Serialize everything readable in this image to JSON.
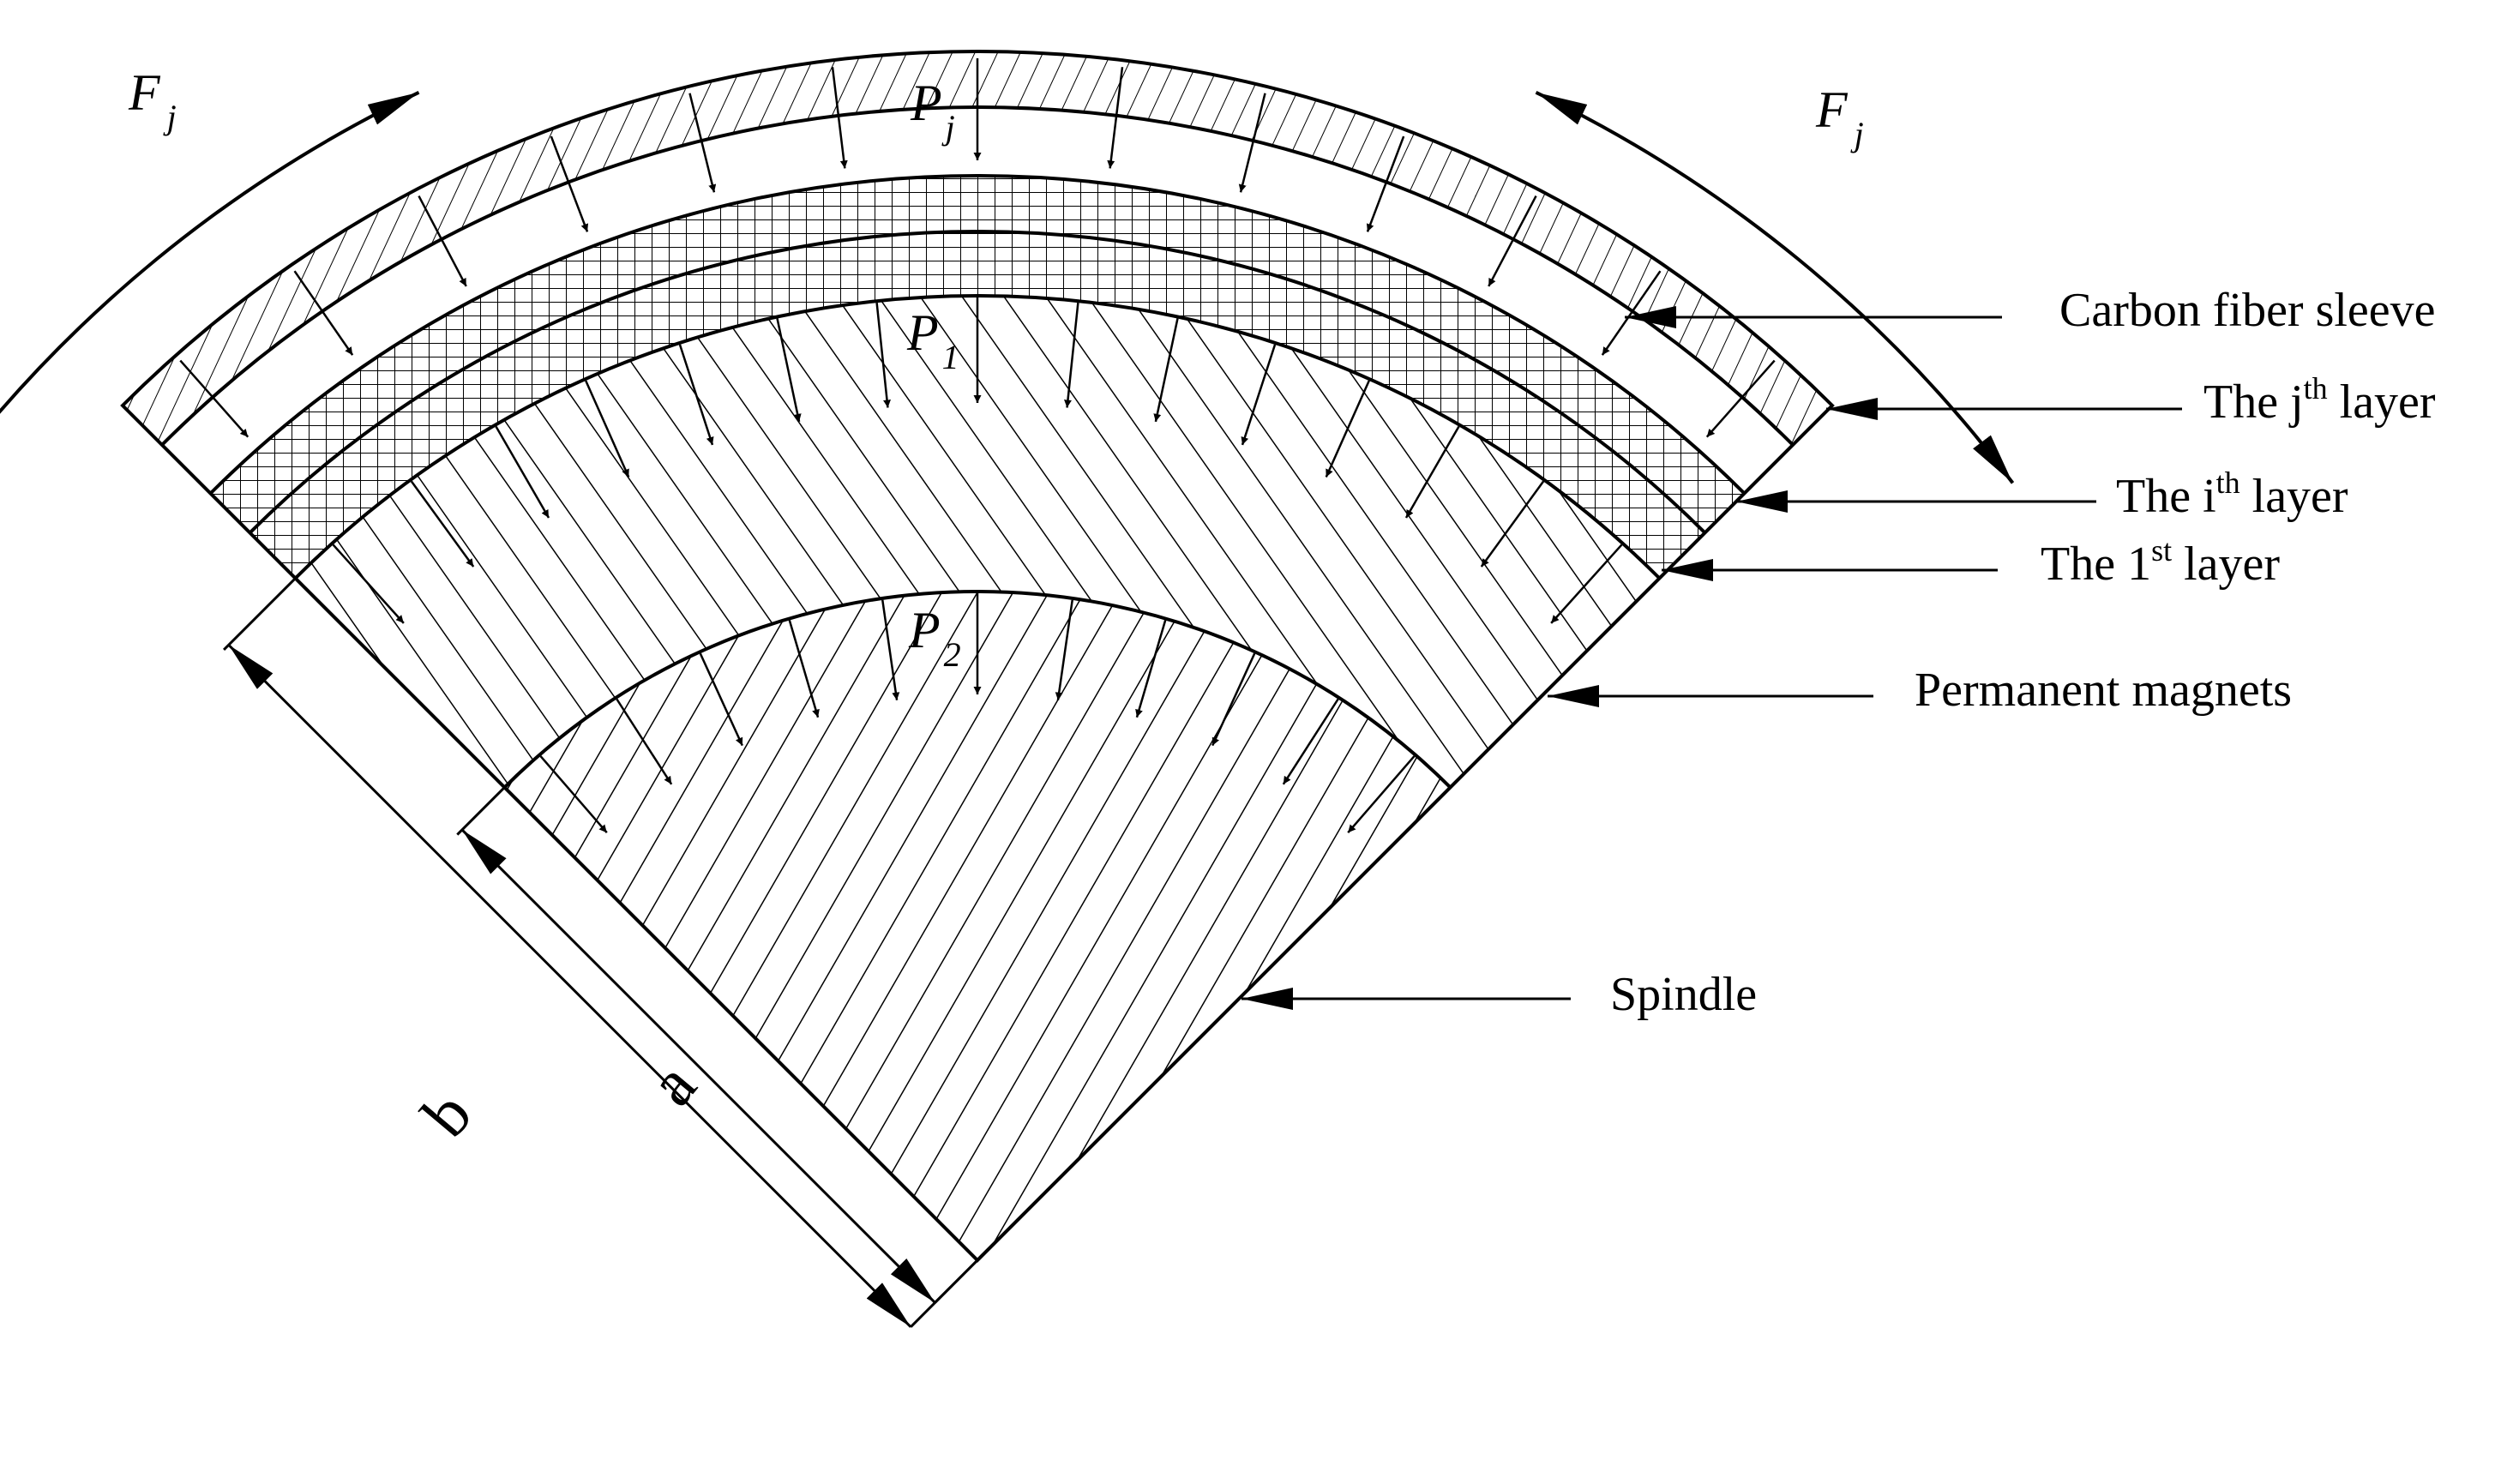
{
  "figure": {
    "labels": {
      "carbon_fiber_sleeve": "Carbon fiber sleeve",
      "jth_layer": {
        "pre": "The j",
        "sup": "th",
        "post": " layer"
      },
      "ith_layer": {
        "pre": "The i",
        "sup": "th",
        "post": " layer"
      },
      "first_layer": {
        "pre": "The 1",
        "sup": "st",
        "post": " layer"
      },
      "permanent_magnets": "Permanent magnets",
      "spindle": "Spindle"
    },
    "symbols": {
      "force_left": {
        "main": "F",
        "sub": "j"
      },
      "force_right": {
        "main": "F",
        "sub": "j"
      },
      "pressure_j": {
        "main": "P",
        "sub": "j"
      },
      "pressure_1": {
        "main": "P",
        "sub": "1"
      },
      "pressure_2": {
        "main": "P",
        "sub": "2"
      }
    },
    "dimensions": {
      "outer_radius": "b",
      "inner_radius": "a"
    }
  }
}
